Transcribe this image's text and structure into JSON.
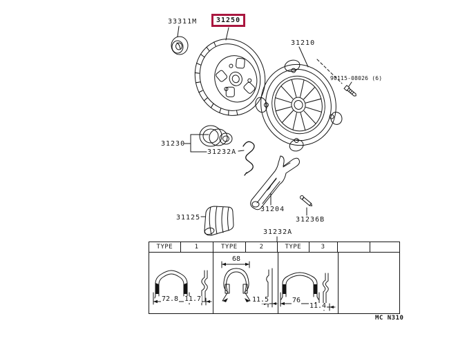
{
  "colors": {
    "accent": "#A9173F",
    "ink": "#141414",
    "bg": "#ffffff"
  },
  "drawing": {
    "code": "MC N310",
    "highlighted_part": "31250",
    "callouts": {
      "seal": "33311M",
      "clutch_disc": "31250",
      "clutch_cover": "31210",
      "bolt": "90115-08026 (6)",
      "release_bearing": "31230",
      "fork_support_clip": "31232A",
      "release_fork": "31204",
      "boot": "31125",
      "pin": "31236B"
    }
  },
  "table": {
    "title": "31232A",
    "header": [
      "TYPE",
      "1",
      "TYPE",
      "2",
      "TYPE",
      "3",
      "",
      ""
    ],
    "types": [
      {
        "label": "TYPE",
        "number": "1",
        "width_mm": "72.8",
        "thickness_mm": "11.7"
      },
      {
        "label": "TYPE",
        "number": "2",
        "width_mm": "68",
        "thickness_mm": "11.5"
      },
      {
        "label": "TYPE",
        "number": "3",
        "width_mm": "76",
        "thickness_mm": "11.4"
      }
    ]
  }
}
